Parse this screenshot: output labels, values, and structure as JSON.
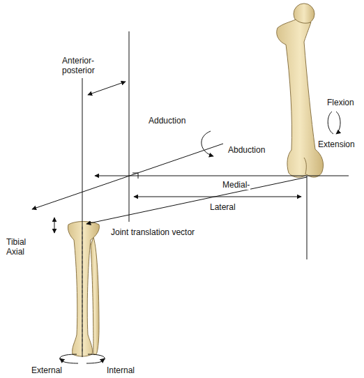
{
  "diagram": {
    "labels": [
      "Anterior- posterior",
      "Adduction",
      "Abduction",
      "Flexion",
      "Extension",
      "Medial-",
      "Lateral",
      "Tibial Axial",
      "Joint translation vector",
      "External",
      "Internal"
    ]
  }
}
